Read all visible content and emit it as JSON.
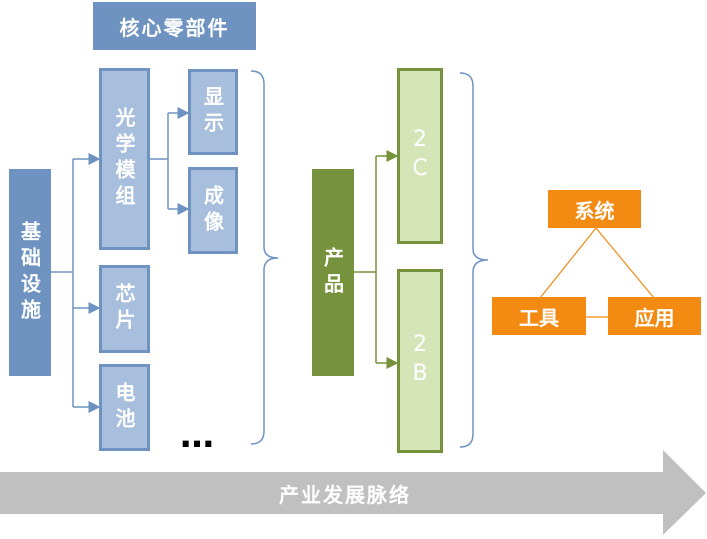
{
  "core_components": "核心零部件",
  "infrastructure": "基础设施",
  "optical_module": "光学模组",
  "display": "显示",
  "imaging": "成像",
  "chip": "芯片",
  "battery": "电池",
  "ellipsis": "…",
  "product": "产品",
  "to_c": "2C",
  "to_b": "2B",
  "system": "系统",
  "tool": "工具",
  "application": "应用",
  "arrow_label": "产业发展脉络",
  "colors": {
    "blue_dark": "#6f93c1",
    "blue_light": "#a7bedc",
    "green_dark": "#77923c",
    "green_light": "#d6e5b8",
    "orange": "#f38a12",
    "arrow_gray": "#c0c0c0"
  }
}
